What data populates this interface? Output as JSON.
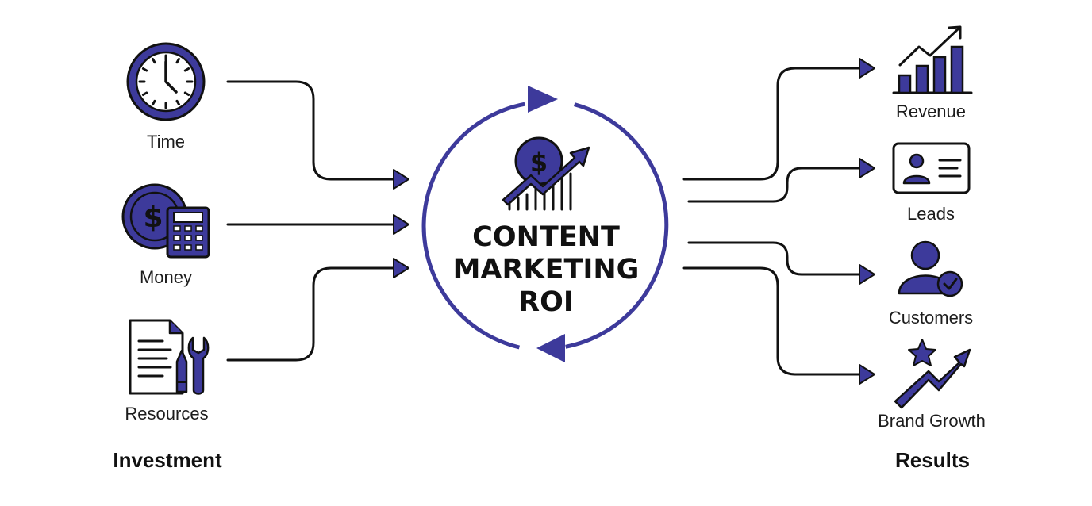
{
  "title_lines": [
    "CONTENT",
    "MARKETING",
    "ROI"
  ],
  "investment": {
    "heading": "Investment",
    "items": [
      {
        "label": "Time",
        "icon": "clock-icon"
      },
      {
        "label": "Money",
        "icon": "money-calculator-icon"
      },
      {
        "label": "Resources",
        "icon": "document-tools-icon"
      }
    ]
  },
  "results": {
    "heading": "Results",
    "items": [
      {
        "label": "Revenue",
        "icon": "bar-chart-growth-icon"
      },
      {
        "label": "Leads",
        "icon": "contact-card-icon"
      },
      {
        "label": "Customers",
        "icon": "user-check-icon"
      },
      {
        "label": "Brand Growth",
        "icon": "star-trend-icon"
      }
    ]
  },
  "colors": {
    "accent": "#3d3a9b",
    "line": "#111111",
    "text": "#1c1c1c",
    "background": "#ffffff"
  }
}
